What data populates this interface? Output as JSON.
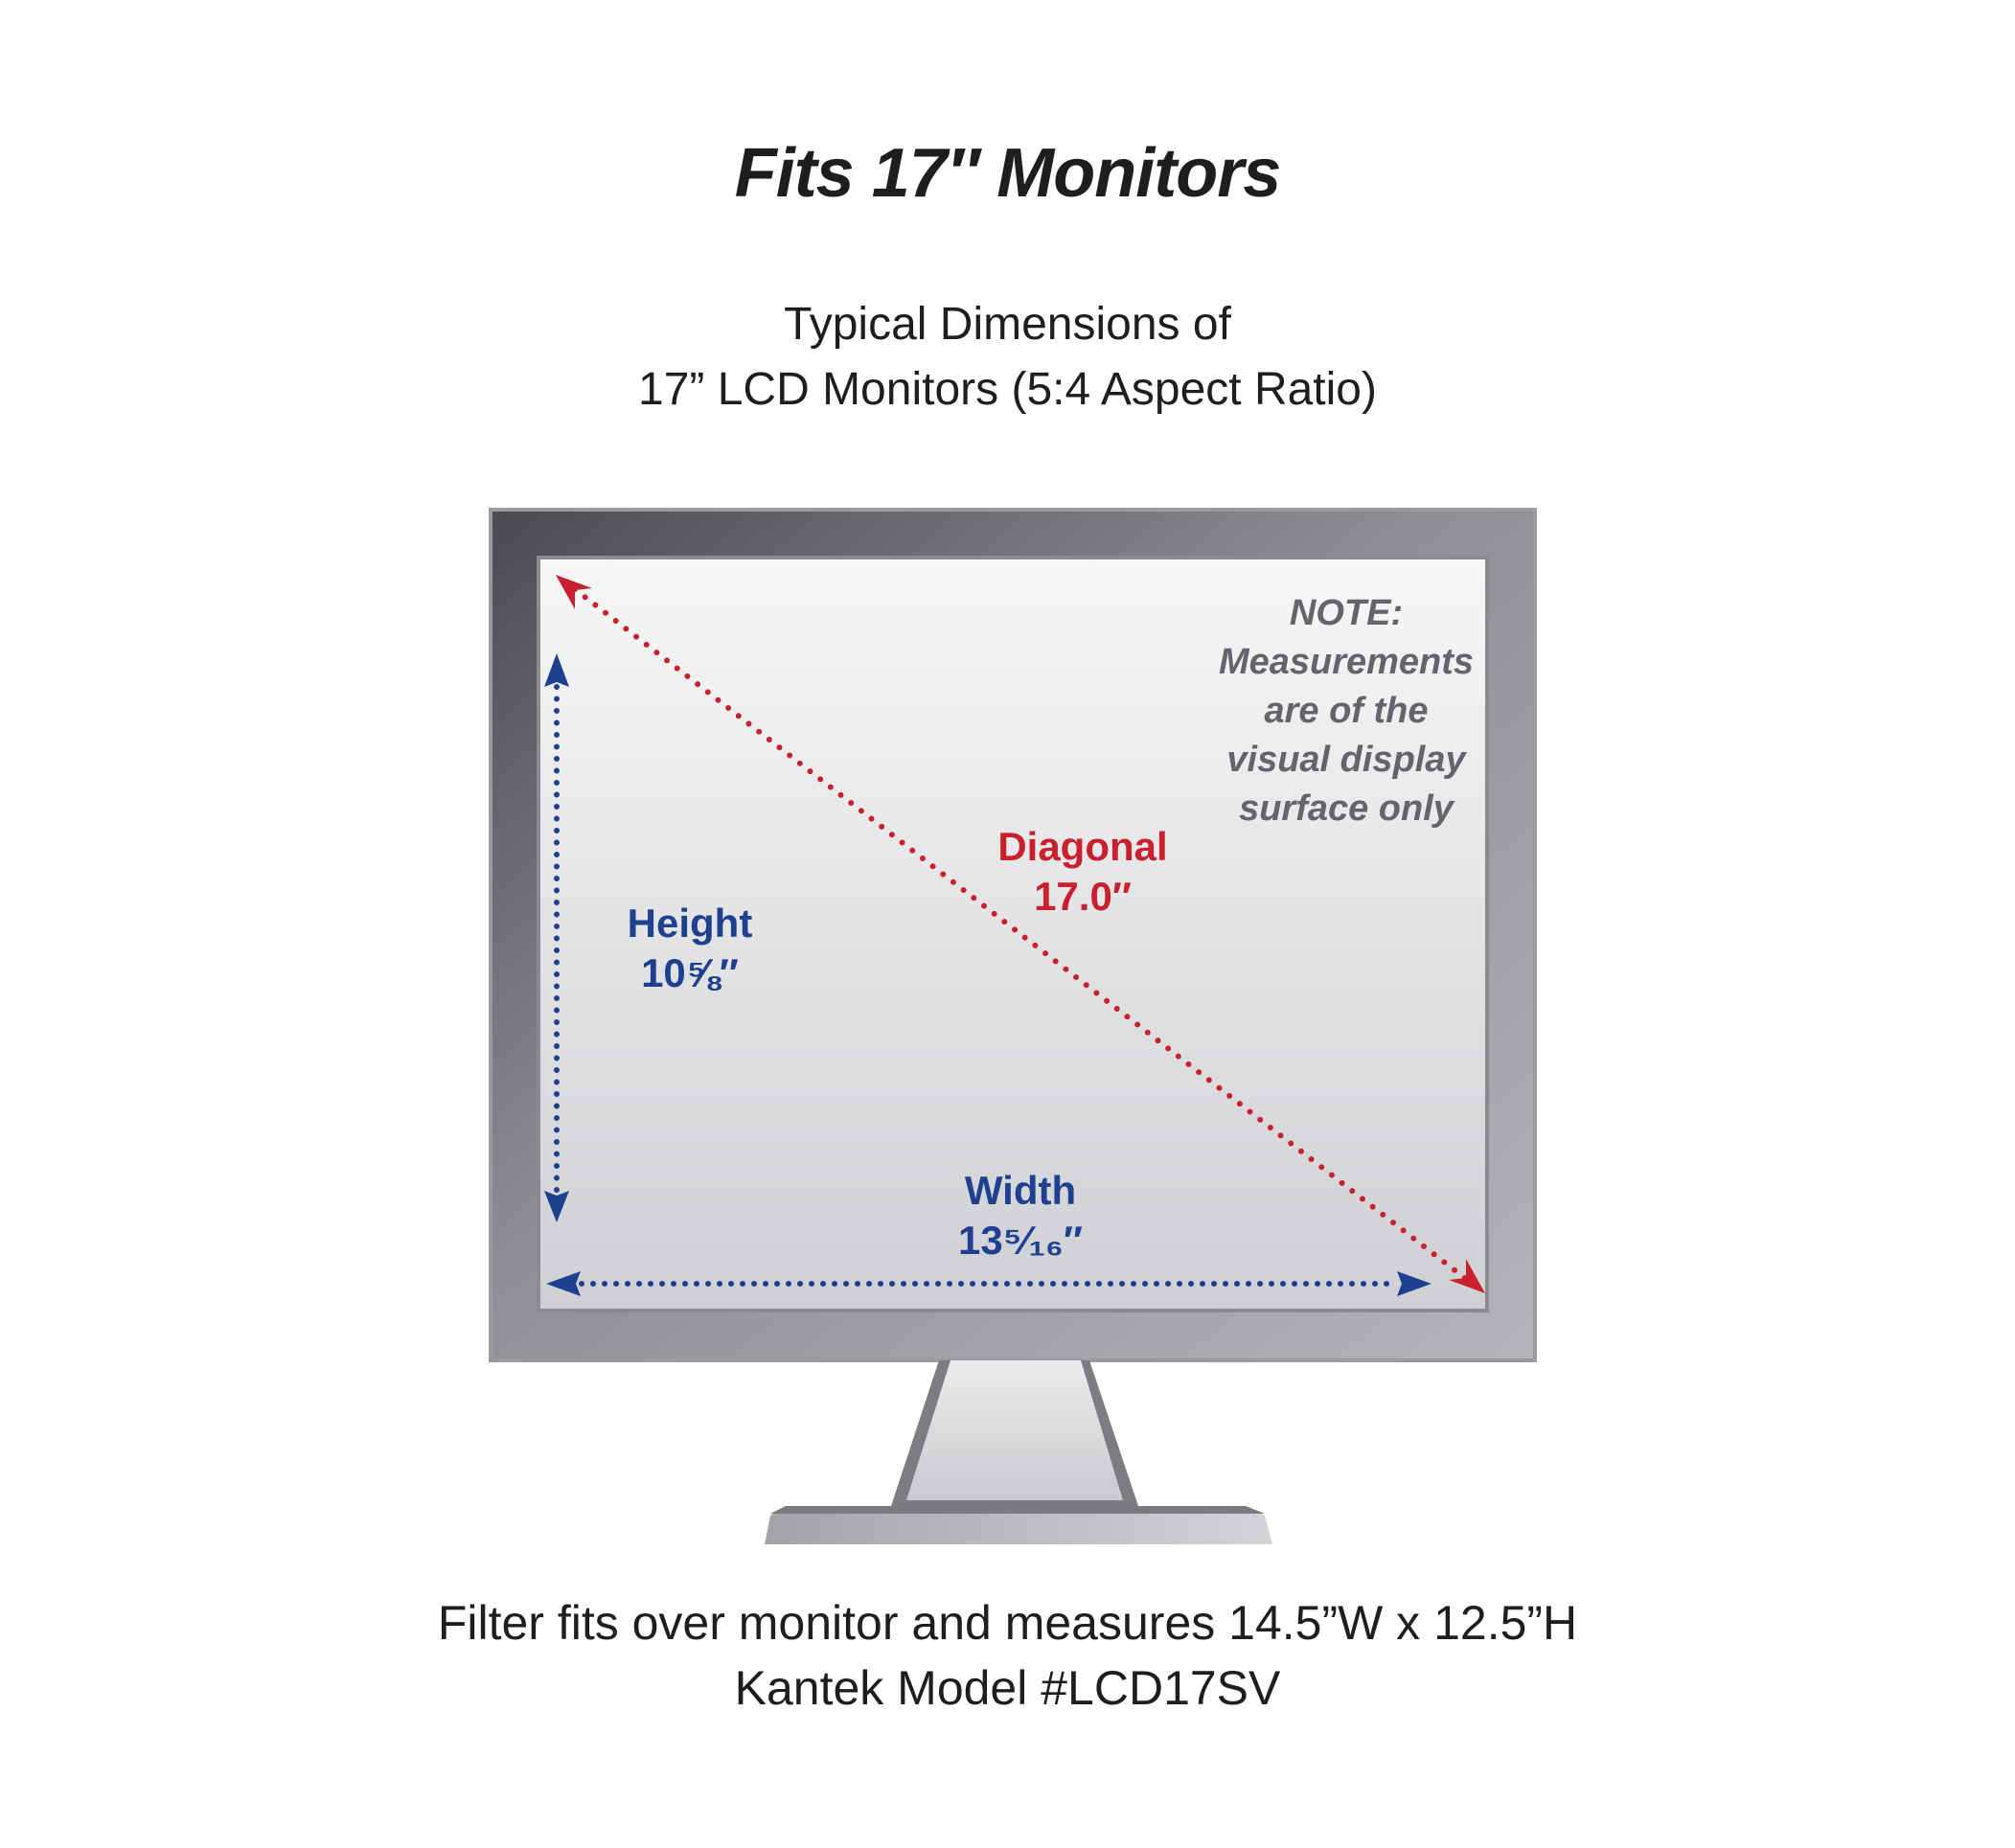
{
  "title": "Fits 17″ Monitors",
  "subtitle": {
    "line1": "Typical Dimensions of",
    "line2": "17” LCD Monitors (5:4 Aspect Ratio)"
  },
  "diagram": {
    "note": {
      "line1": "NOTE:",
      "line2": "Measurements",
      "line3": "are of the",
      "line4": "visual display",
      "line5": "surface only"
    },
    "diagonal": {
      "label": "Diagonal",
      "value": "17.0″",
      "color": "#c8202f"
    },
    "height": {
      "label": "Height",
      "value": "10⅝″",
      "color": "#1f3f8f"
    },
    "width": {
      "label": "Width",
      "value": "13⁵⁄₁₆″",
      "color": "#1f3f8f"
    }
  },
  "footer": {
    "line1": "Filter fits over monitor and measures 14.5”W x 12.5”H",
    "line2": "Kantek Model #LCD17SV"
  }
}
